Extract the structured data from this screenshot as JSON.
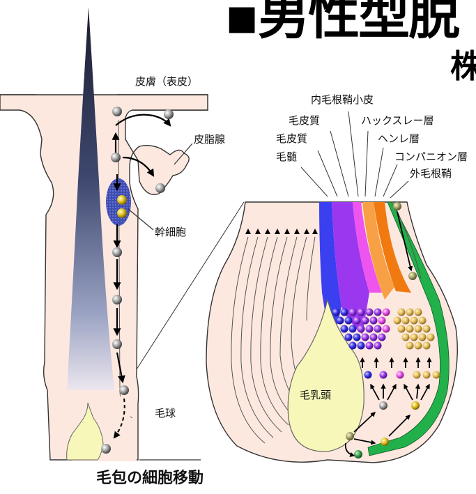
{
  "title": "▪男性型脱",
  "title_part2": "株",
  "caption": "毛包の細胞移動",
  "labels": {
    "epidermis": "皮膚（表皮）",
    "sebaceous_gland": "皮脂腺",
    "stem_cell": "幹細胞",
    "hair_bulb": "毛球",
    "inner_root_sheath_cuticle": "内毛根鞘小皮",
    "cortex_1": "毛皮質",
    "huxley_layer": "ハックスレー層",
    "cortex_2": "毛皮質",
    "henle_layer": "ヘンレ層",
    "medulla": "毛髄",
    "companion_layer": "コンパニオン層",
    "outer_root_sheath": "外毛根鞘",
    "dermal_papilla": "毛乳頭"
  },
  "colors": {
    "skin": "#fde8e0",
    "hair_shaft_top": "#1f2033",
    "papilla": "#f6f7b8",
    "medulla_blue": "#3a3ff0",
    "cortex_purple": "#9c37f0",
    "cuticle_pink": "#ee55ee",
    "huxley_orange": "#f8a045",
    "henle_orange": "#f07a10",
    "outer_sheath_green": "#22b04a"
  }
}
